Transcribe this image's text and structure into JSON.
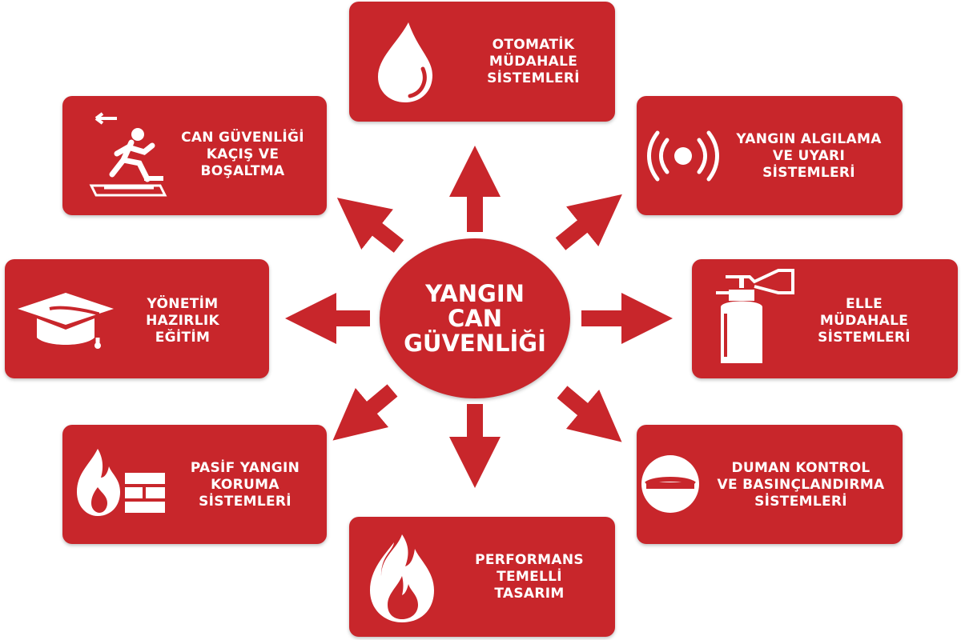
{
  "center": {
    "title": "YANGIN\nCAN\nGÜVENLİĞİ"
  },
  "nodes": {
    "automatic": {
      "label": "OTOMATİK\nMÜDAHALE\nSİSTEMLERİ",
      "icon": "water-drop-icon"
    },
    "life_safety": {
      "label": "CAN GÜVENLİĞİ\nKAÇIŞ VE\nBOŞALTMA",
      "icon": "emergency-exit-icon"
    },
    "detection": {
      "label": "YANGIN ALGILAMA\nVE UYARI\nSİSTEMLERİ",
      "icon": "alarm-signal-icon"
    },
    "management": {
      "label": "YÖNETİM\nHAZIRLIK\nEĞİTİM",
      "icon": "graduation-cap-icon"
    },
    "manual": {
      "label": "ELLE\nMÜDAHALE\nSİSTEMLERİ",
      "icon": "fire-extinguisher-icon"
    },
    "passive": {
      "label": "PASİF YANGIN\nKORUMA\nSİSTEMLERİ",
      "icon": "flame-wall-icon"
    },
    "smoke": {
      "label": "DUMAN KONTROL\nVE BASINÇLANDIRMA\nSİSTEMLERİ",
      "icon": "smoke-detector-icon"
    },
    "performance": {
      "label": "PERFORMANS\nTEMELLİ\nTASARIM",
      "icon": "fire-icon"
    }
  },
  "colors": {
    "primary": "#c8262b",
    "text": "#ffffff",
    "background": "#ffffff"
  }
}
